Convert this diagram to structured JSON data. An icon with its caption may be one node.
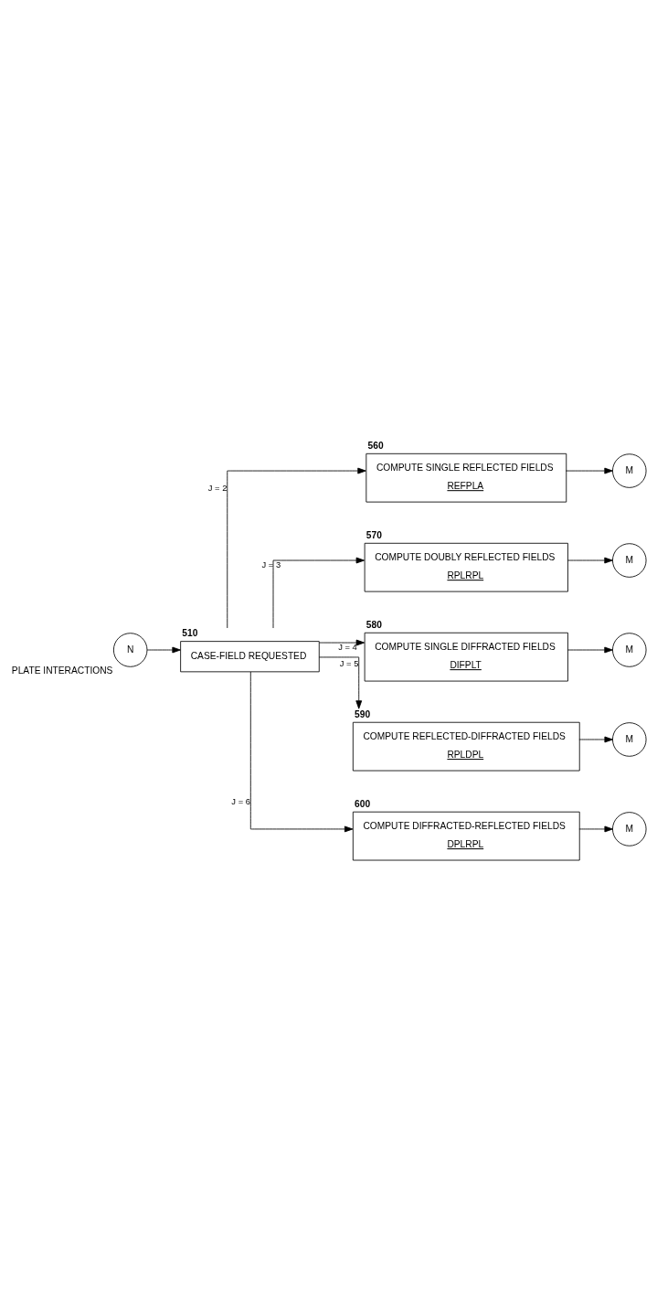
{
  "diagram": {
    "nodes": [
      {
        "text": [
          "N"
        ],
        "beside": [
          "PLATE INTERACTIONS"
        ]
      },
      {
        "text": [
          "CASE-FIELD REQUESTED"
        ],
        "beside": [
          "510"
        ]
      },
      {
        "text": [
          "COMPUTE SINGLE REFLECTED FIELDS",
          "REFPLA"
        ],
        "beside": [
          "560"
        ]
      },
      {
        "text": [
          "M"
        ]
      },
      {
        "text": [
          "COMPUTE DOUBLY REFLECTED FIELDS",
          "RPLRPL"
        ],
        "beside": [
          "570"
        ]
      },
      {
        "text": [
          "M"
        ]
      },
      {
        "text": [
          "COMPUTE SINGLE DIFFRACTED FIELDS",
          "DIFPLT"
        ],
        "beside": [
          "580"
        ]
      },
      {
        "text": [
          "M"
        ]
      },
      {
        "text": [
          "COMPUTE REFLECTED-DIFFRACTED FIELDS",
          "RPLDPL"
        ],
        "beside": [
          "590"
        ]
      },
      {
        "text": [
          "M"
        ]
      },
      {
        "text": [
          "COMPUTE DIFFRACTED-REFLECTED FIELDS",
          "DPLRPL"
        ],
        "beside": [
          "600"
        ]
      },
      {
        "text": [
          "M"
        ]
      }
    ],
    "edges": [
      {
        "from": 0,
        "to": 1,
        "arrow": "to"
      },
      {
        "from": 1,
        "to": 2,
        "arrow": "to",
        "label": "J = 2"
      },
      {
        "from": 2,
        "to": 3,
        "arrow": "to"
      },
      {
        "from": 1,
        "to": 4,
        "arrow": "to",
        "label": "J = 3"
      },
      {
        "from": 4,
        "to": 5,
        "arrow": "to"
      },
      {
        "from": 1,
        "to": 6,
        "arrow": "to",
        "label": "J = 4"
      },
      {
        "from": 6,
        "to": 7,
        "arrow": "to"
      },
      {
        "from": 1,
        "to": 8,
        "arrow": "to",
        "label": "J = 5"
      },
      {
        "from": 8,
        "to": 9,
        "arrow": "to"
      },
      {
        "from": 1,
        "to": 10,
        "arrow": "to",
        "label": "J = 6"
      },
      {
        "from": 10,
        "to": 11,
        "arrow": "to"
      }
    ]
  }
}
